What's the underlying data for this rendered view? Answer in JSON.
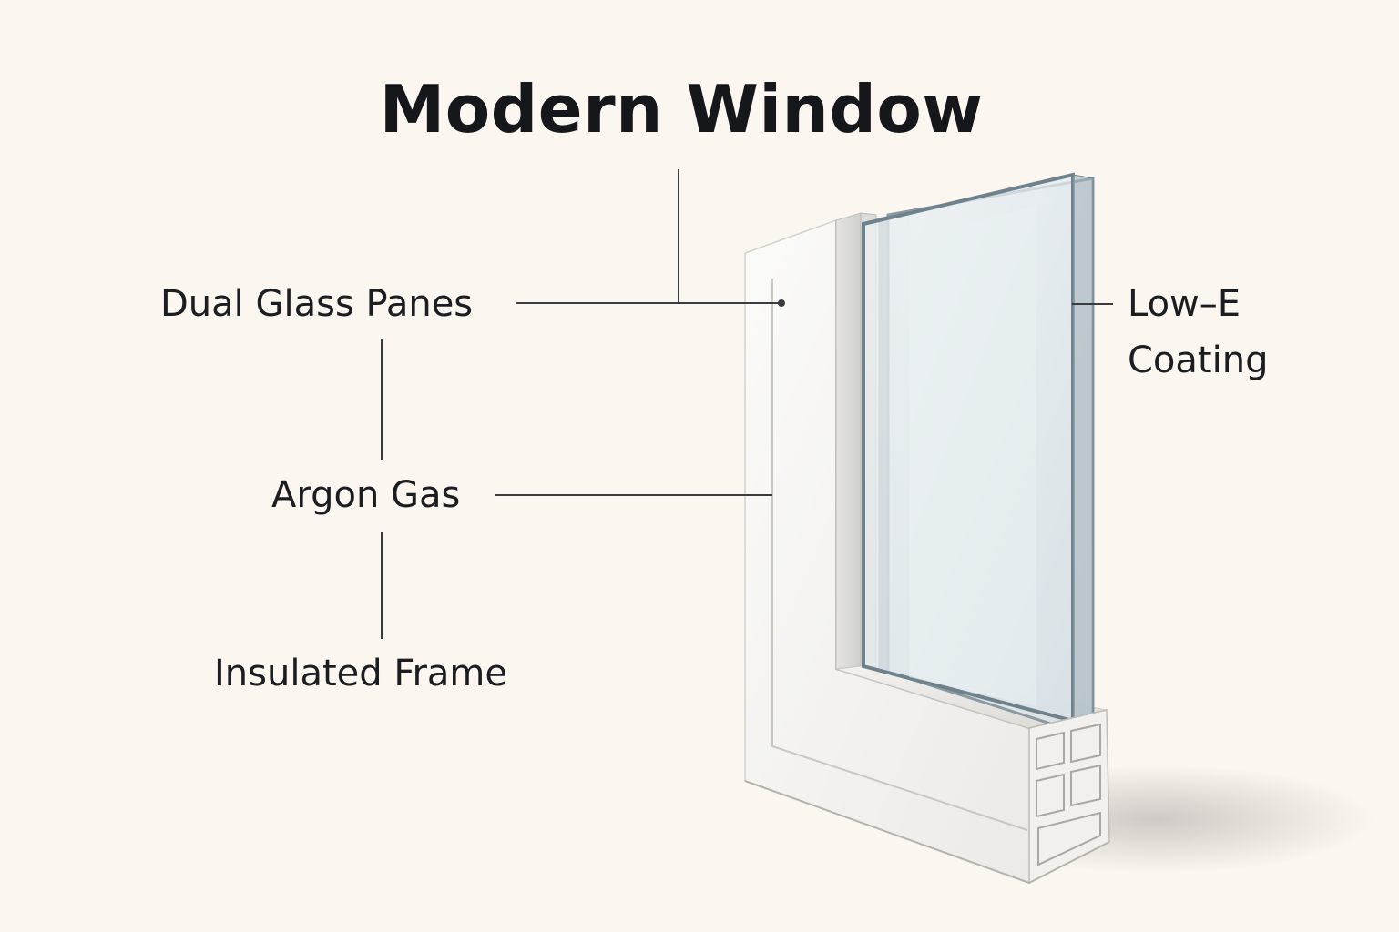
{
  "title": "Modern Window",
  "labels": {
    "dual_glass_panes": "Dual Glass Panes",
    "argon_gas": "Argon Gas",
    "insulated_frame": "Insulated Frame",
    "low_e_line1": "Low–E",
    "low_e_line2": "Coating"
  },
  "colors": {
    "background": "#fcf6f0",
    "text": "#1c1d20",
    "leader_line": "#3a3c40",
    "frame": "#f2f1ee",
    "glass": "#dfe7ea",
    "glass_edge": "#8a9aa3"
  }
}
